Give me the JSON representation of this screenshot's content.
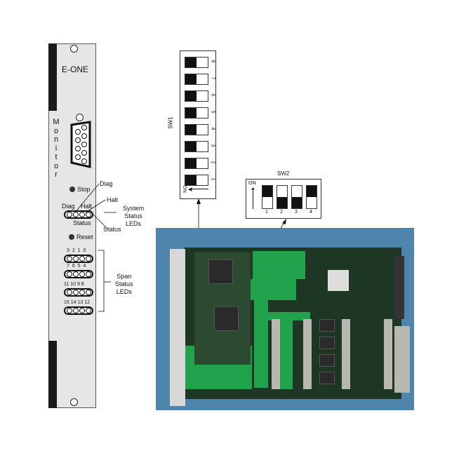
{
  "front_panel": {
    "title": "E-ONE",
    "monitor_label": [
      "M",
      "o",
      "n",
      "i",
      "t",
      "o",
      "r"
    ],
    "stop_label": "Stop",
    "reset_label": "Reset",
    "diag_label": "Diag",
    "halt_label": "Halt",
    "status_label": "Status",
    "span_rows": [
      "3 2 1 0",
      "7 6 5 4",
      "11 10 9 8",
      "15 14 13 12"
    ]
  },
  "callouts": {
    "diag": "Diag",
    "halt": "Halt",
    "status": "Status",
    "system_status_leds": [
      "System",
      "Status",
      "LEDs"
    ],
    "span_status_leds": [
      "Span",
      "Status",
      "LEDs"
    ]
  },
  "sw1": {
    "title": "SW1",
    "on_label": "ON",
    "switches": [
      {
        "num": "8",
        "on": true
      },
      {
        "num": "7",
        "on": true
      },
      {
        "num": "6",
        "on": true
      },
      {
        "num": "5",
        "on": true
      },
      {
        "num": "4",
        "on": true
      },
      {
        "num": "3",
        "on": true
      },
      {
        "num": "2",
        "on": true
      },
      {
        "num": "1",
        "on": true
      }
    ]
  },
  "sw2": {
    "title": "SW2",
    "on_label": "ON",
    "switches": [
      {
        "num": "1",
        "on": true
      },
      {
        "num": "2",
        "on": false
      },
      {
        "num": "3",
        "on": false
      },
      {
        "num": "4",
        "on": true
      }
    ]
  }
}
